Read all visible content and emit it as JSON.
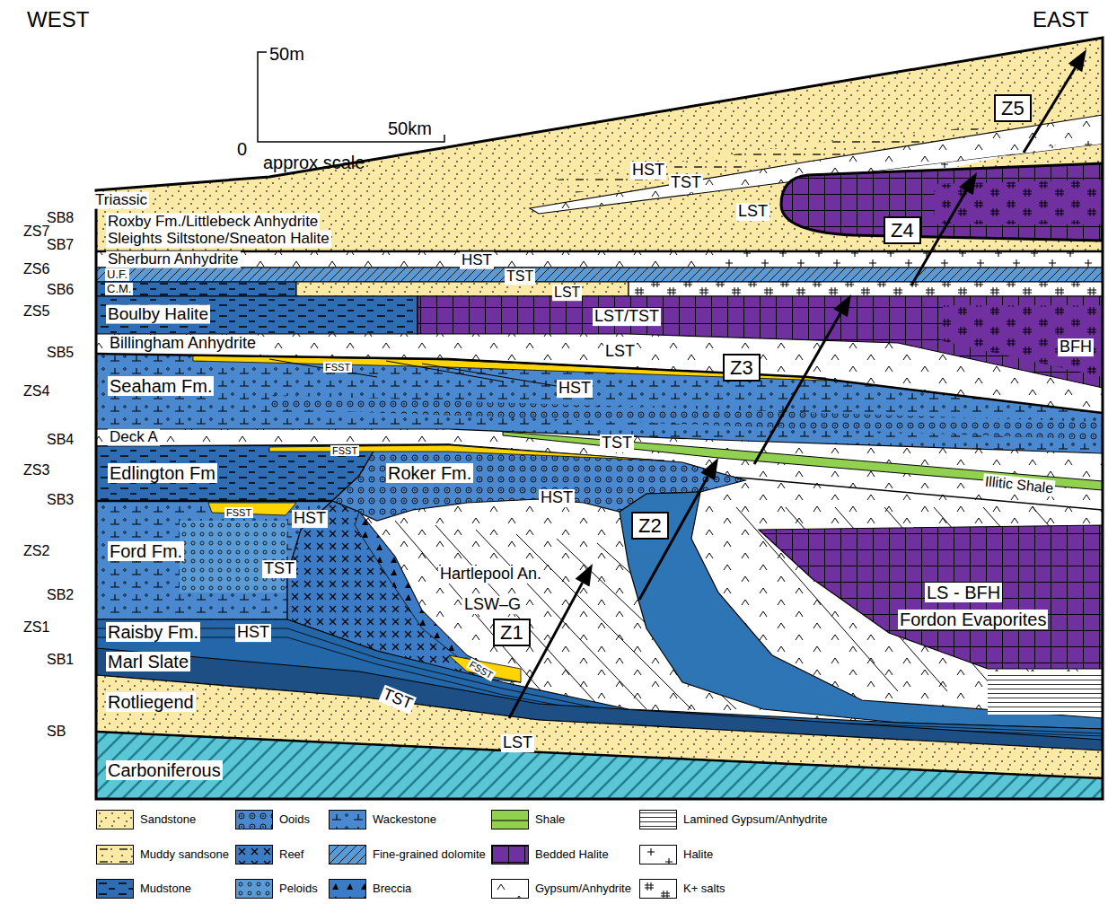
{
  "diagram": {
    "nodes": [
      {
        "text": [
          "Z1"
        ]
      },
      {
        "text": [
          "Z2"
        ]
      },
      {
        "text": [
          "Z3"
        ]
      },
      {
        "text": [
          "Z4"
        ]
      },
      {
        "text": [
          "Z5"
        ]
      }
    ],
    "labels": [
      "WEST",
      "EAST",
      "50m",
      "50km",
      "0",
      "approx scale",
      "Triassic",
      "SB8",
      "ZS7",
      "SB7",
      "ZS6",
      "SB6",
      "ZS5",
      "SB5",
      "ZS4",
      "SB4",
      "ZS3",
      "SB3",
      "ZS2",
      "SB2",
      "ZS1",
      "SB1",
      "SB",
      "Roxby Fm./Littlebeck Anhydrite",
      "Sleights Siltstone/Sneaton Halite",
      "Sherburn Anhydrite",
      "U.F.",
      "C.M.",
      "Boulby Halite",
      "Billingham Anhydrite",
      "Seaham Fm.",
      "Deck A",
      "Edlington Fm",
      "Roker Fm.",
      "Ford Fm.",
      "Raisby Fm.",
      "Marl Slate",
      "Rotliegend",
      "Carboniferous",
      "HST",
      "TST",
      "LST",
      "HST",
      "TST",
      "LST",
      "LST/TST",
      "LST",
      "HST",
      "TST",
      "HST",
      "HST",
      "TST",
      "HST",
      "TST",
      "LST",
      "FSST",
      "FSST",
      "FSST",
      "FSST",
      "BFH",
      "Illitic Shale",
      "Hartlepool An.",
      "LSW–G",
      "LS - BFH",
      "Fordon Evaporites"
    ],
    "legend": [
      {
        "text": "Sandstone",
        "color": "#fbe9a6"
      },
      {
        "text": "Ooids",
        "color": "#4a89cf"
      },
      {
        "text": "Wackestone",
        "color": "#4a89cf"
      },
      {
        "text": "Shale",
        "color": "#92d050"
      },
      {
        "text": "Lamined Gypsum/Anhydrite"
      },
      {
        "text": "Muddy sandsone",
        "color": "#fbe9a6"
      },
      {
        "text": "Reef",
        "color": "#3c7cc6"
      },
      {
        "text": "Fine-grained dolomite",
        "color": "#5b9bd5"
      },
      {
        "text": "Bedded Halite",
        "color": "#7030a0"
      },
      {
        "text": "Halite"
      },
      {
        "text": "Mudstone",
        "color": "#2e6db4"
      },
      {
        "text": "Peloids",
        "color": "#5b9bd5"
      },
      {
        "text": "Breccia",
        "color": "#3c7cc6"
      },
      {
        "text": "Gypsum/Anhydrite"
      },
      {
        "text": "K+ salts"
      }
    ]
  }
}
